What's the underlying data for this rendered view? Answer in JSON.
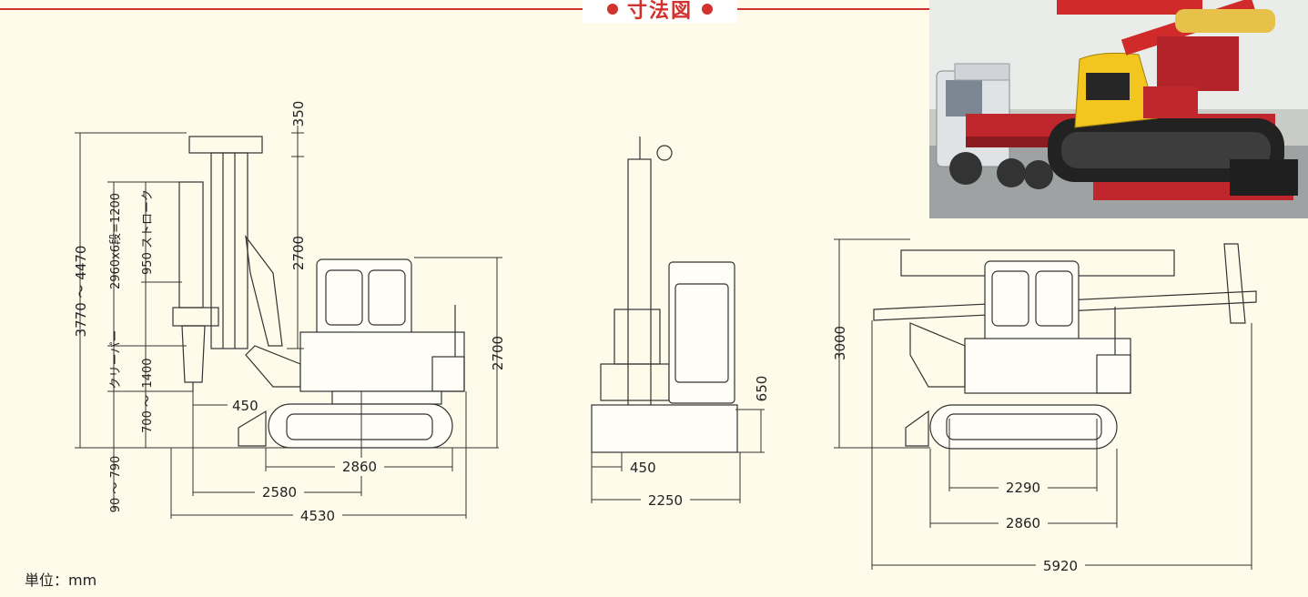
{
  "header": {
    "title": "寸法図"
  },
  "unit_label": "単位：mm",
  "side_view": {
    "dim_top": "350",
    "dim_mast": "2700",
    "dim_total_height": "3770 ～ 4470",
    "dim_cab_height": "2700",
    "dim_stroke": "950 ストローク",
    "dim_clearance": "2960x6段=1200",
    "dim_creeper": "クリーパー",
    "dim_1400": "1400",
    "dim_700": "700 ～",
    "dim_450": "450",
    "dim_90_790": "90 ～ 790",
    "dim_track": "2860",
    "dim_2580": "2580",
    "dim_length": "4530"
  },
  "rear_view": {
    "dim_650": "650",
    "dim_450": "450",
    "dim_width": "2250"
  },
  "transport_view": {
    "dim_height": "3000",
    "dim_inner": "2290",
    "dim_track": "2860",
    "dim_length": "5920"
  },
  "colors": {
    "accent": "#d2322d",
    "background": "#fffbea"
  }
}
